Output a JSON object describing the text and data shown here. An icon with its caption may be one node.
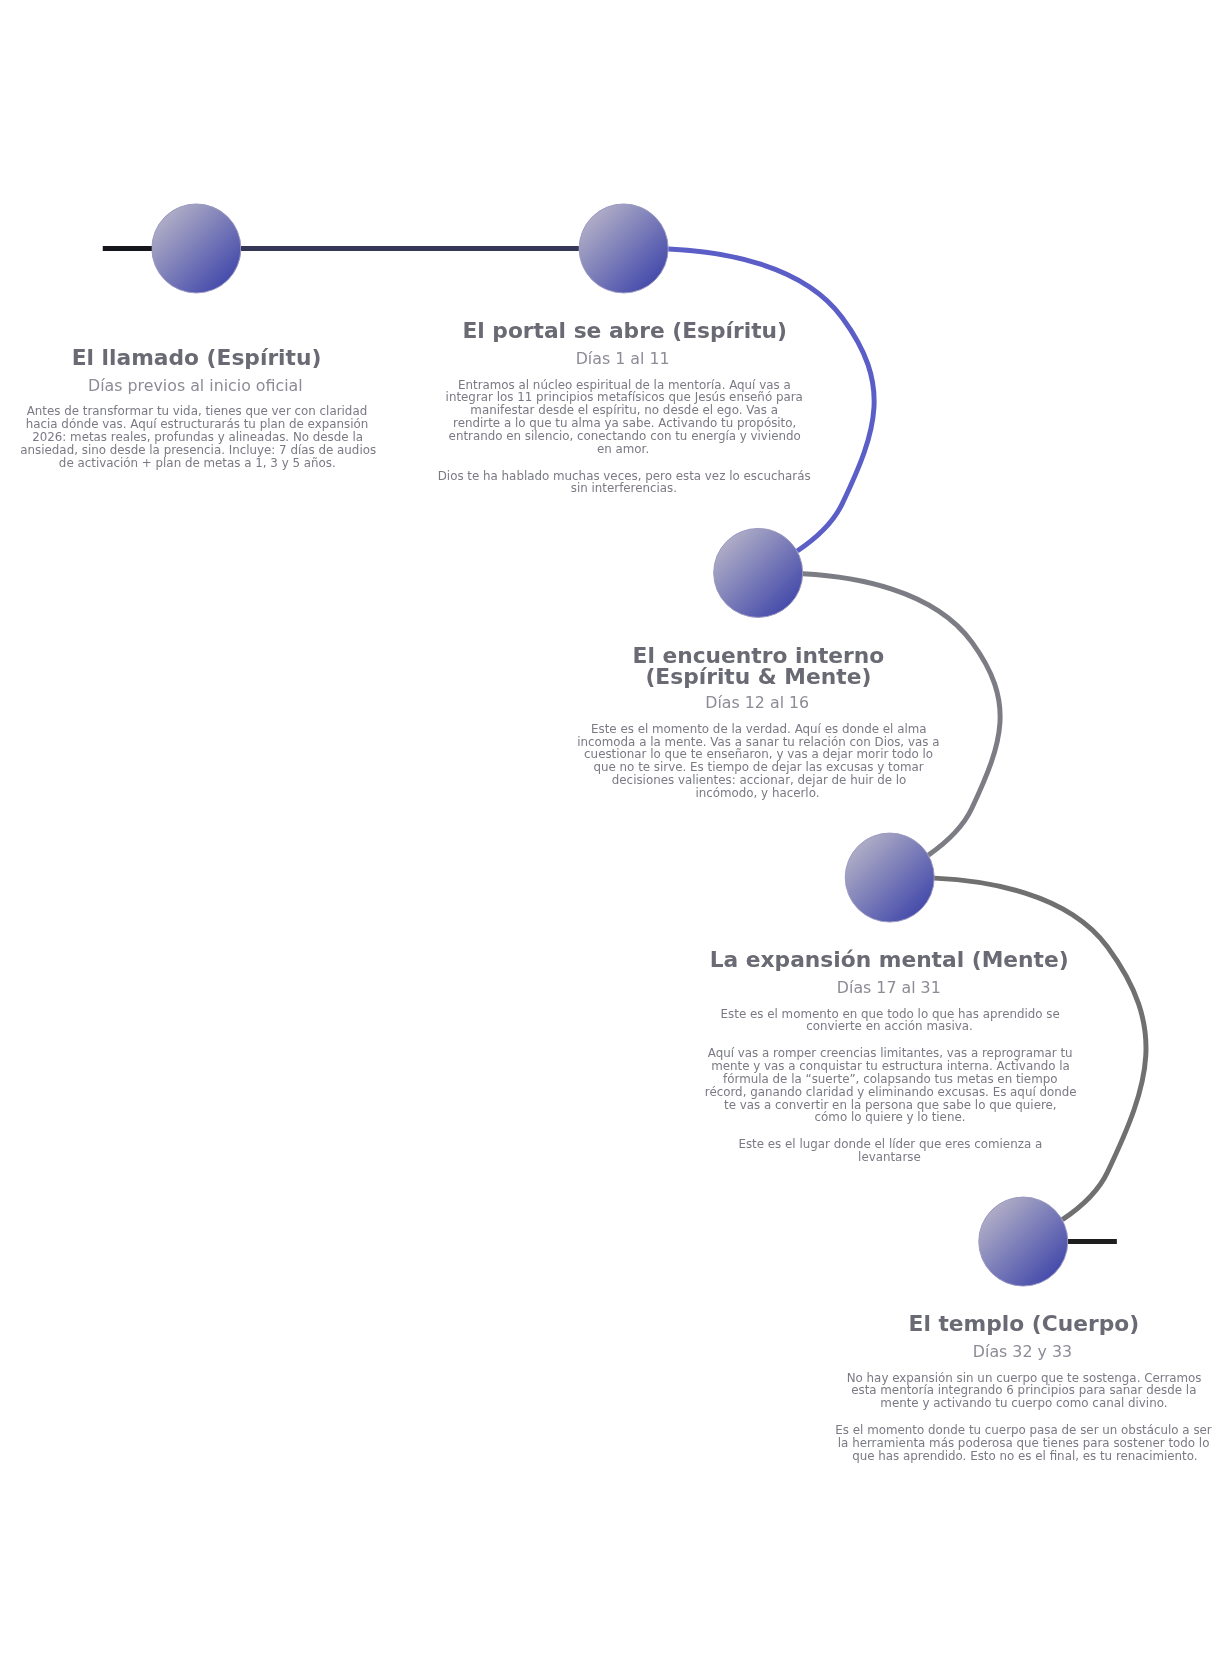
{
  "diagram": {
    "nodes": [
      {
        "text": [],
        "shape": "circle",
        "beside": [
          "El llamado (Espíritu)",
          "Días previos al inicio oficial",
          "Antes de transformar tu vida, tienes que ver con claridad hacia dónde vas. Aquí estructurarás tu plan de expansión 2026: metas reales, profundas y alineadas. No desde la ansiedad, sino desde la presencia. Incluye: 7 días de audios de activación + plan de metas a 1, 3 y 5 años."
        ]
      },
      {
        "text": [],
        "shape": "circle",
        "beside": [
          "El portal se abre (Espíritu)",
          "Días 1 al 11",
          "Entramos al núcleo espiritual de la mentoría. Aquí vas a integrar los 11 principios metafísicos que Jesús enseñó para manifestar desde el espíritu, no desde el ego. Vas a rendirte a lo que tu alma ya sabe. Activando tu propósito, entrando en silencio, conectando con tu energía y viviendo en amor.",
          "Dios te ha hablado muchas veces, pero esta vez lo escucharás sin interferencias."
        ]
      },
      {
        "text": [],
        "shape": "circle",
        "beside": [
          "El encuentro interno (Espíritu & Mente)",
          "Días 12 al 16",
          "Este es el momento de la verdad. Aquí es donde el alma incomoda a la mente. Vas a sanar tu relación con Dios, vas a cuestionar lo que te enseñaron, y vas a dejar morir todo lo que no te sirve. Es tiempo de dejar las excusas y tomar decisiones valientes: accionar, dejar de huir de lo incómodo, y hacerlo."
        ]
      },
      {
        "text": [],
        "shape": "circle",
        "beside": [
          "La expansión mental (Mente)",
          "Días 17 al 31",
          "Este es el momento en que todo lo que has aprendido se convierte en acción masiva.",
          "Aquí vas a romper creencias limitantes, vas a reprogramar tu mente y vas a conquistar tu estructura interna. Activando la fórmula de la “suerte”, colapsando tus metas en tiempo récord, ganando claridad y eliminando excusas. Es aquí donde te vas a convertir en la persona que sabe lo que quiere, cómo lo quiere y lo tiene.",
          "Este es el lugar donde el líder que eres comienza a levantarse"
        ]
      },
      {
        "text": [],
        "shape": "circle",
        "beside": [
          "El templo (Cuerpo)",
          "Días 32 y 33",
          "No hay expansión sin un cuerpo que te sostenga. Cerramos esta mentoría integrando 6 principios para sanar desde la mente y activando tu cuerpo como canal divino.",
          "Es el momento donde tu cuerpo pasa de ser un obstáculo a ser la herramienta más poderosa que tienes para sostener todo lo que has aprendido. Esto no es el final, es tu renacimiento."
        ]
      }
    ],
    "edges": [
      {
        "from": null,
        "to": 0,
        "arrow": "none",
        "color": "#15151c"
      },
      {
        "from": 0,
        "to": 1,
        "arrow": "none",
        "color": "#363657"
      },
      {
        "from": 1,
        "to": 2,
        "arrow": "none",
        "color": "#5a5ec6"
      },
      {
        "from": 2,
        "to": 3,
        "arrow": "none",
        "color": "#7c7c84"
      },
      {
        "from": 3,
        "to": 4,
        "arrow": "none",
        "color": "#707070"
      },
      {
        "from": 4,
        "to": null,
        "arrow": "none",
        "color": "#1e1e1e"
      }
    ]
  }
}
